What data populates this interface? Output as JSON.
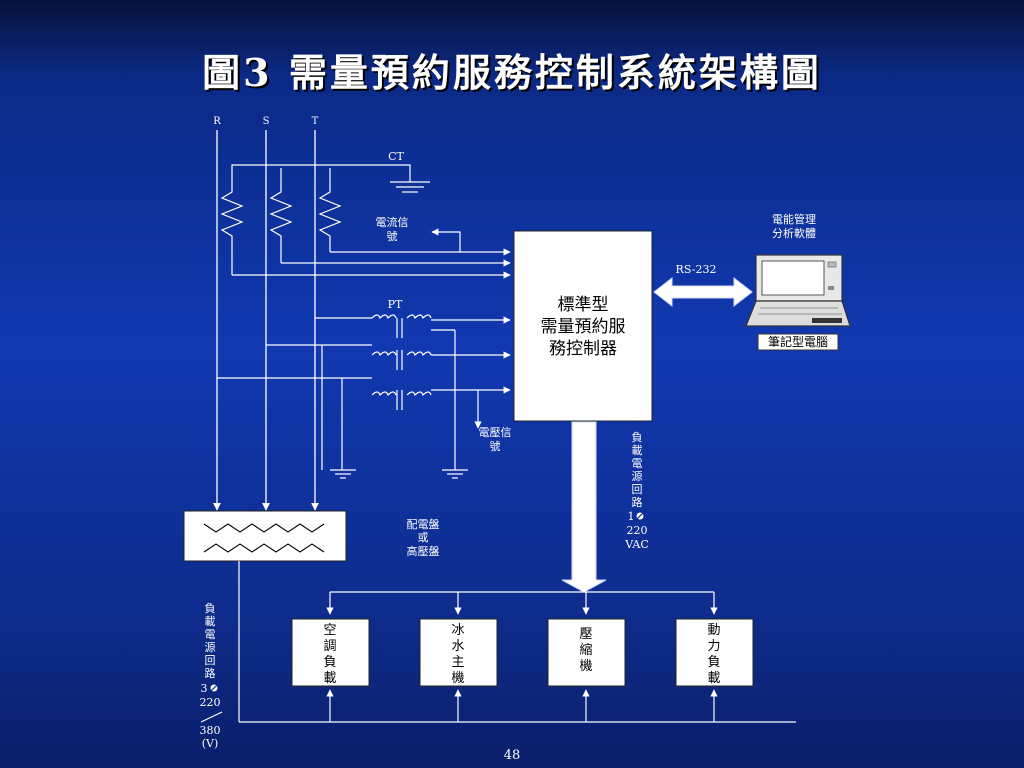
{
  "title": "圖3  需量預約服務控制系統架構圖",
  "page_number": "48",
  "colors": {
    "background": "#0b2a86",
    "line": "#ffffff",
    "box": "#ffffff",
    "text_on_box": "#000000"
  },
  "phases": {
    "r": "R",
    "s": "S",
    "t": "T"
  },
  "labels": {
    "ct": "CT",
    "current_signal": [
      "電流信",
      "號"
    ],
    "pt": "PT",
    "voltage_signal": [
      "電壓信",
      "號"
    ],
    "switchboard": [
      "配電盤",
      "或",
      "高壓盤"
    ],
    "rs232": "RS-232",
    "software": [
      "電能管理",
      "分析軟體"
    ],
    "laptop": "筆記型電腦",
    "power_circuit_right": [
      "負",
      "載",
      "電",
      "源",
      "回",
      "路",
      "1",
      "220",
      "VAC"
    ],
    "power_circuit_left": [
      "負",
      "載",
      "電",
      "源",
      "回",
      "路",
      "3",
      "220",
      "380",
      "(V)"
    ]
  },
  "controller": {
    "lines": [
      "標準型",
      "需量預約服",
      "務控制器"
    ]
  },
  "loads": [
    {
      "lines": [
        "空",
        "調",
        "負",
        "載"
      ]
    },
    {
      "lines": [
        "冰",
        "水",
        "主",
        "機"
      ]
    },
    {
      "lines": [
        "壓",
        "縮",
        "機"
      ]
    },
    {
      "lines": [
        "動",
        "力",
        "負",
        "載"
      ]
    }
  ]
}
